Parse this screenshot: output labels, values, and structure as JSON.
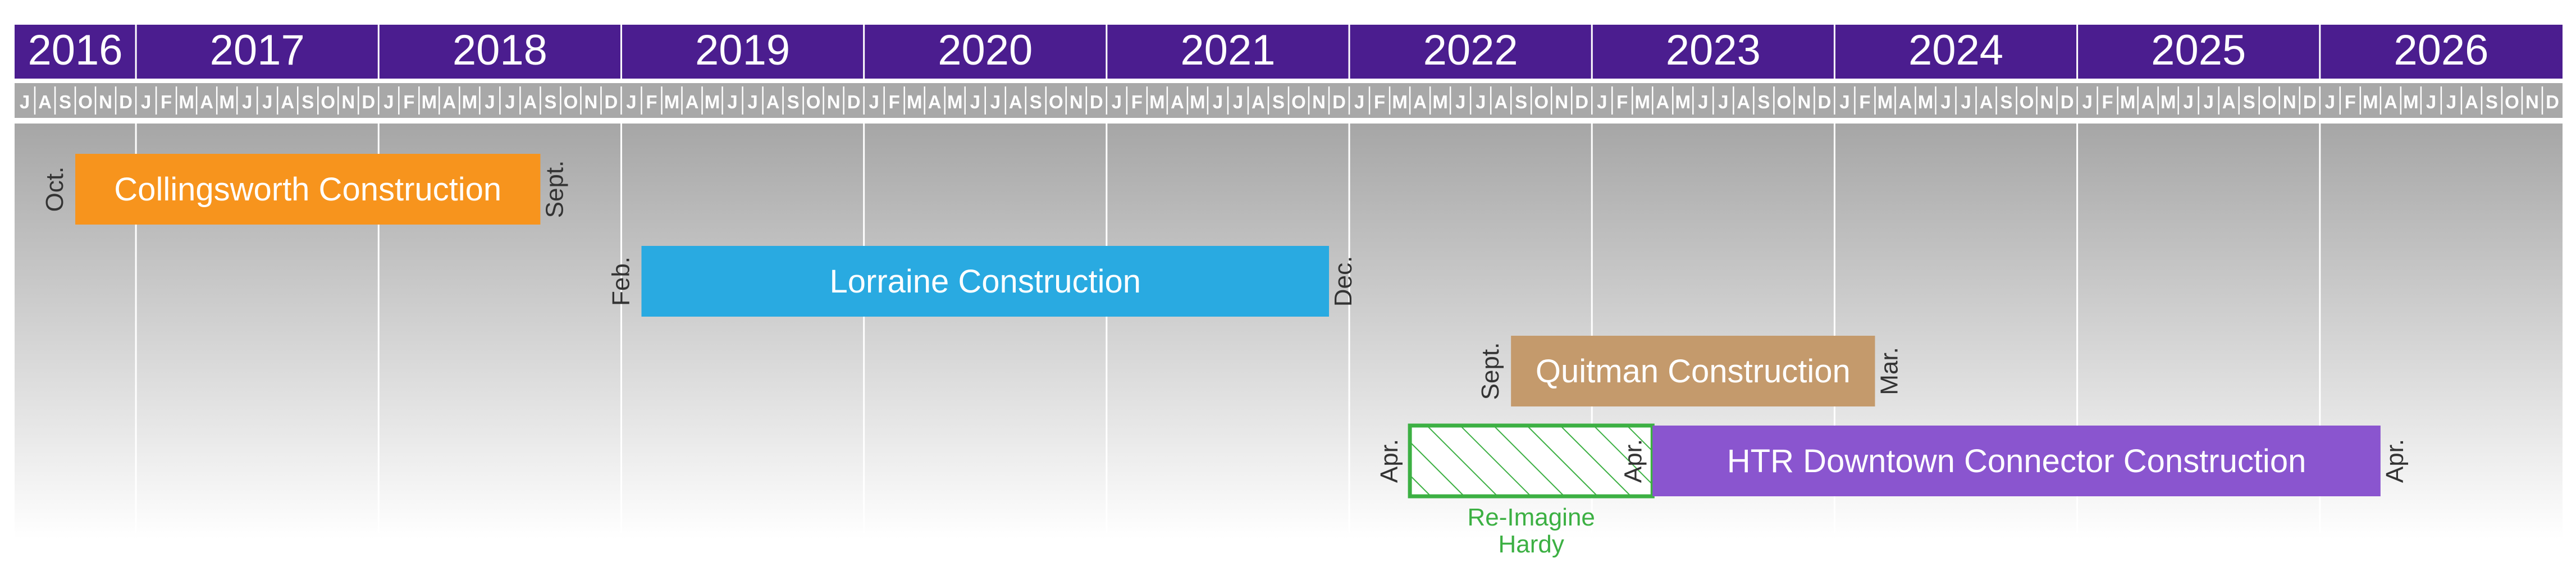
{
  "chart_data": {
    "type": "timeline",
    "start": "2016-07",
    "end": "2026-12",
    "years": [
      "2016",
      "2017",
      "2018",
      "2019",
      "2020",
      "2021",
      "2022",
      "2023",
      "2024",
      "2025",
      "2026"
    ],
    "month_letters": [
      "J",
      "F",
      "M",
      "A",
      "M",
      "J",
      "J",
      "A",
      "S",
      "O",
      "N",
      "D"
    ],
    "colors": {
      "header": "#4b1d8f",
      "month_bg": "#a8a8a8",
      "collingsworth": "#f7941d",
      "lorraine": "#29aae1",
      "quitman": "#c49a6c",
      "htr": "#8a55cf",
      "reimagine": "#3cb043"
    },
    "bars": [
      {
        "id": "collingsworth",
        "label": "Collingsworth Construction",
        "start": "2016-10",
        "end": "2018-09",
        "start_label": "Oct.",
        "end_label": "Sept.",
        "style": "solid",
        "row": 0
      },
      {
        "id": "lorraine",
        "label": "Lorraine Construction",
        "start": "2019-02",
        "end": "2021-12",
        "start_label": "Feb.",
        "end_label": "Dec.",
        "style": "solid",
        "row": 1
      },
      {
        "id": "quitman",
        "label": "Quitman Construction",
        "start": "2022-09",
        "end": "2024-03",
        "start_label": "Sept.",
        "end_label": "Mar.",
        "style": "solid",
        "row": 2
      },
      {
        "id": "reimagine",
        "label": "Re-Imagine Hardy",
        "start": "2022-04",
        "end": "2023-04",
        "start_label": "Apr.",
        "end_label": "Apr.",
        "style": "hatched",
        "row": 3
      },
      {
        "id": "htr",
        "label": "HTR Downtown Connector Construction",
        "start": "2023-04",
        "end": "2026-04",
        "start_label": "",
        "end_label": "Apr.",
        "style": "solid",
        "row": 3
      }
    ]
  }
}
